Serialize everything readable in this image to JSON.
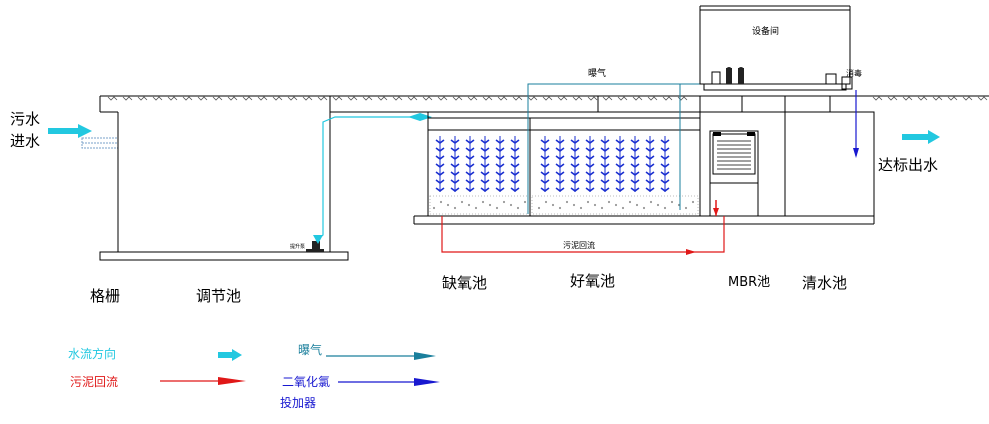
{
  "labels": {
    "inlet_line1": "污水",
    "inlet_line2": "进水",
    "outlet": "达标出水",
    "equipment_room": "设备间",
    "aeration_pipe": "曝气",
    "disinfect_small": "消毒",
    "sludge_return_pipe": "污泥回流",
    "pump_small": "提升泵",
    "screen": "格栅",
    "regulating_tank": "调节池",
    "anoxic_tank": "缺氧池",
    "aerobic_tank": "好氧池",
    "mbr_tank": "MBR池",
    "clear_water_tank": "清水池"
  },
  "legend": {
    "water_flow": "水流方向",
    "aeration": "曝气",
    "sludge_return": "污泥回流",
    "chlorine_line1": "二氧化氯",
    "chlorine_line2": "投加器"
  },
  "colors": {
    "water_flow": "#22c8e0",
    "aeration": "#1a7f9c",
    "sludge_return": "#e01818",
    "chlorine": "#1818d0",
    "diffuser": "#1a2fd0",
    "structure": "#000000"
  }
}
